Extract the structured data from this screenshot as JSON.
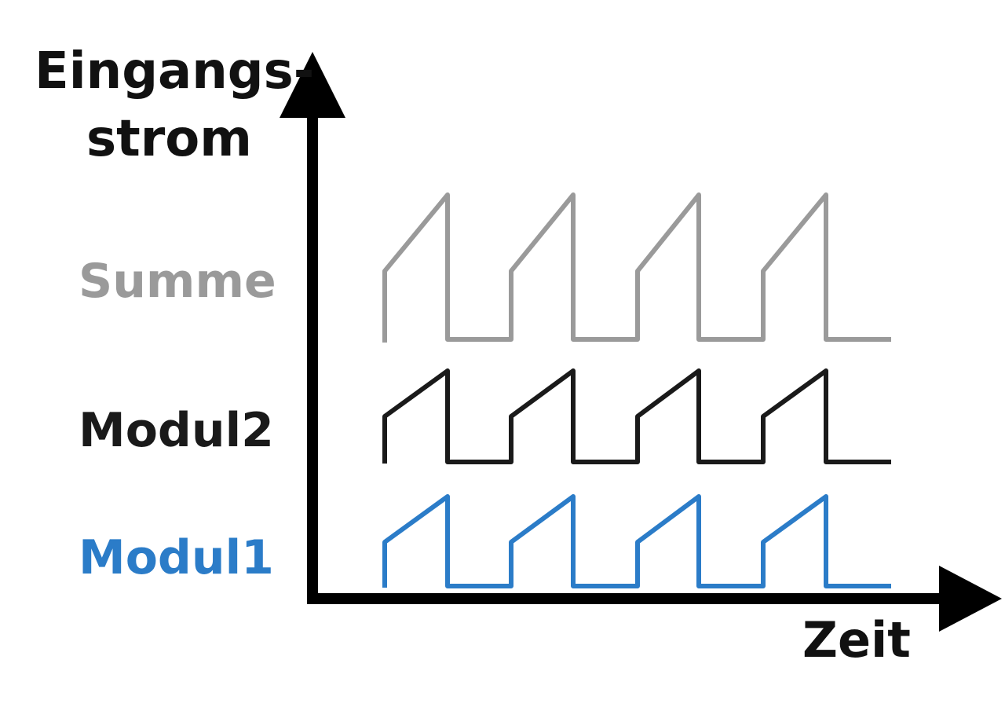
{
  "axes": {
    "y_label_line1": "Eingangs-",
    "y_label_line2": "strom",
    "x_label": "Zeit"
  },
  "signals": [
    {
      "name": "Summe",
      "color": "#9a9a9a"
    },
    {
      "name": "Modul2",
      "color": "#1a1a1a"
    },
    {
      "name": "Modul1",
      "color": "#2b7cc8"
    }
  ],
  "colors": {
    "axis": "#000000"
  }
}
